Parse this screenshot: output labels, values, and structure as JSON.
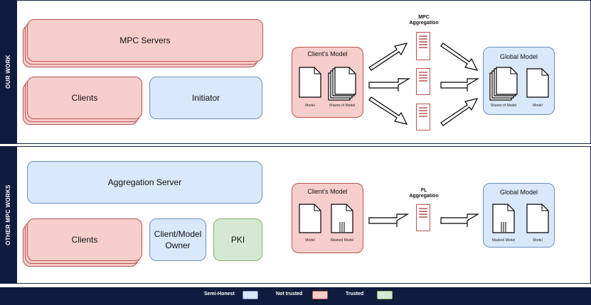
{
  "sections": {
    "our_work": "OUR WORK",
    "other_works": "OTHER MPC WORKS"
  },
  "top": {
    "mpc_servers": "MPC Servers",
    "clients": "Clients",
    "initiator": "Initiator",
    "clients_model_title": "Client's Model",
    "model_label": "Model",
    "shares_label": "Shares of Model",
    "aggregation_title": "MPC\nAggregation",
    "global_model_title": "Global Model",
    "global_shares_label": "Shares of Model",
    "global_model_label": "Model"
  },
  "bottom": {
    "aggregation_server": "Aggregation Server",
    "clients": "Clients",
    "client_model_owner": "Client/Model Owner",
    "pki": "PKI",
    "clients_model_title": "Client's Model",
    "model_label": "Model",
    "masked_label": "Masked Model",
    "aggregation_title": "FL\nAggregation",
    "global_model_title": "Global Model",
    "global_masked_label": "Masked Model",
    "global_model_label": "Model"
  },
  "legend": {
    "semi_honest": "Semi-Honest",
    "not_trusted": "Not trusted",
    "trusted": "Trusted"
  },
  "colors": {
    "navy": "#0f1c3d",
    "semi_honest": "#dae8fc",
    "not_trusted": "#f8cecc",
    "trusted": "#d5e8d4",
    "red_border": "#b85450"
  }
}
